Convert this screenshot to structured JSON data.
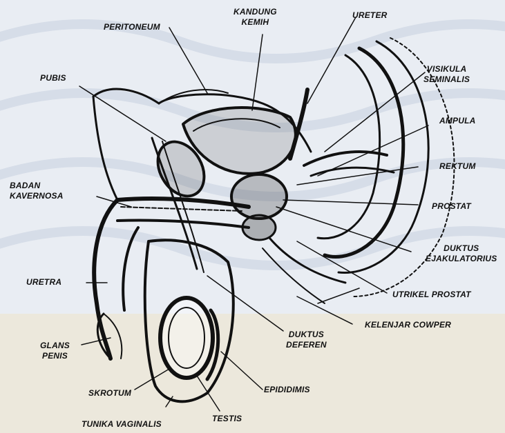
{
  "labels": {
    "peritoneum": "PERITONEUM",
    "kandung_kemih": [
      "KANDUNG",
      "KEMIH"
    ],
    "ureter": "URETER",
    "visikula_seminalis": [
      "VISIKULA",
      "SEMINALIS"
    ],
    "pubis": "PUBIS",
    "ampula": "AMPULA",
    "rektum": "REKTUM",
    "badan_kavernosa": [
      "BADAN",
      "KAVERNOSA"
    ],
    "prostat": "PROSTAT",
    "duktus_ejakulatorius": [
      "DUKTUS",
      "EJAKULATORIUS"
    ],
    "uretra": "URETRA",
    "utrikel_prostat": "UTRIKEL PROSTAT",
    "kelenjar_cowper": "KELENJAR COWPER",
    "glans_penis": [
      "GLANS",
      "PENIS"
    ],
    "duktus_deferen": [
      "DUKTUS",
      "DEFEREN"
    ],
    "skrotum": "SKROTUM",
    "epididimis": "EPIDIDIMIS",
    "tunika_vaginalis": "TUNIKA VAGINALIS",
    "testis": "TESTIS"
  },
  "colors": {
    "background": "#e9edf3",
    "pattern": "#d6dde8",
    "ink": "#111111",
    "watermark_band": "#efe4c8"
  }
}
